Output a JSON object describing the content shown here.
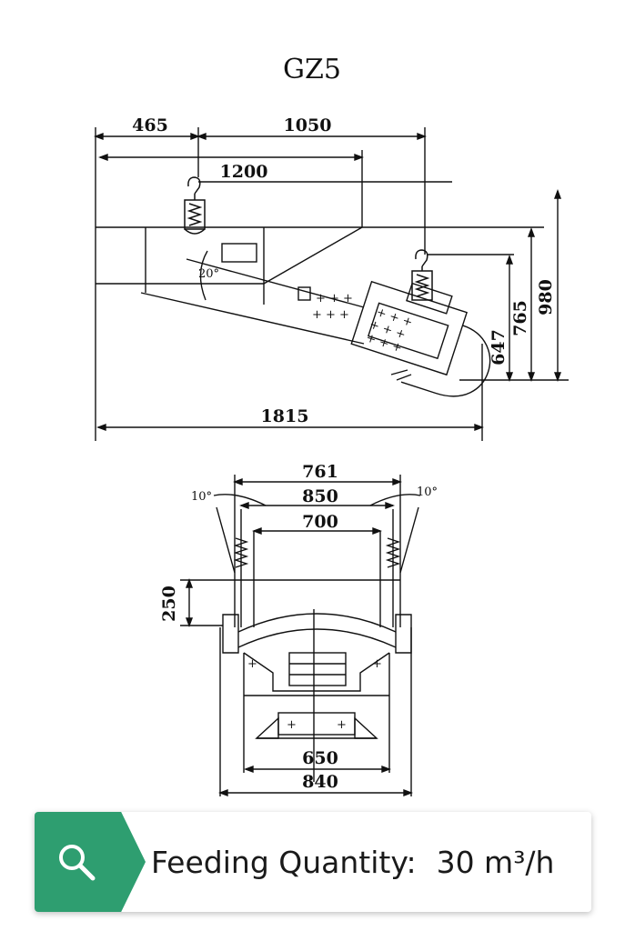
{
  "title": "GZ5",
  "side_view": {
    "dims": {
      "d465": "465",
      "d1050": "1050",
      "d1200": "1200",
      "d1815": "1815",
      "d980": "980",
      "d765": "765",
      "d647": "647"
    },
    "angle": "20°"
  },
  "front_view": {
    "dims": {
      "d761": "761",
      "d850": "850",
      "d700": "700",
      "d250": "250",
      "d650": "650",
      "d840": "840"
    },
    "angle_left": "10°",
    "angle_right": "10°"
  },
  "spec_card": {
    "label": "Feeding Quantity:",
    "value": "30 m³/h",
    "icon": "search-icon",
    "accent": "#2e9e70"
  }
}
